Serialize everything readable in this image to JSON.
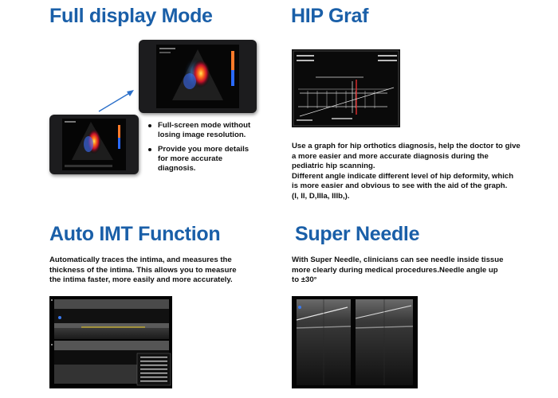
{
  "sections": {
    "full_display": {
      "title": "Full display Mode",
      "bullets": [
        "Full-screen mode without losing image resolution.",
        "Provide you more details for more accurate diagnosis."
      ]
    },
    "hip_graf": {
      "title": "HIP Graf",
      "description": [
        "Use a graph for hip orthotics diagnosis, help the doctor to give",
        "a more easier and more accurate diagnosis during the",
        "pediatric hip scanning.",
        "Different angle indicate different level of hip deformity, which",
        "is more easier and obvious to see with the aid of the graph.",
        "(I, II, D,IIIa, IIIb,)."
      ]
    },
    "auto_imt": {
      "title": "Auto IMT Function",
      "description": [
        "Automatically traces the intima, and measures the",
        "thickness of the intima. This allows you to measure",
        "the intima faster,  more easily and more accurately."
      ]
    },
    "super_needle": {
      "title": "Super Needle",
      "description": [
        "With Super Needle, clinicians can see needle inside tissue",
        "more clearly during  medical procedures.Needle angle up",
        "to ±30°"
      ]
    }
  },
  "colors": {
    "title_blue": "#1a5fa8",
    "device_body": "#1c1c1e",
    "arrow_blue": "#2a6fc9"
  }
}
